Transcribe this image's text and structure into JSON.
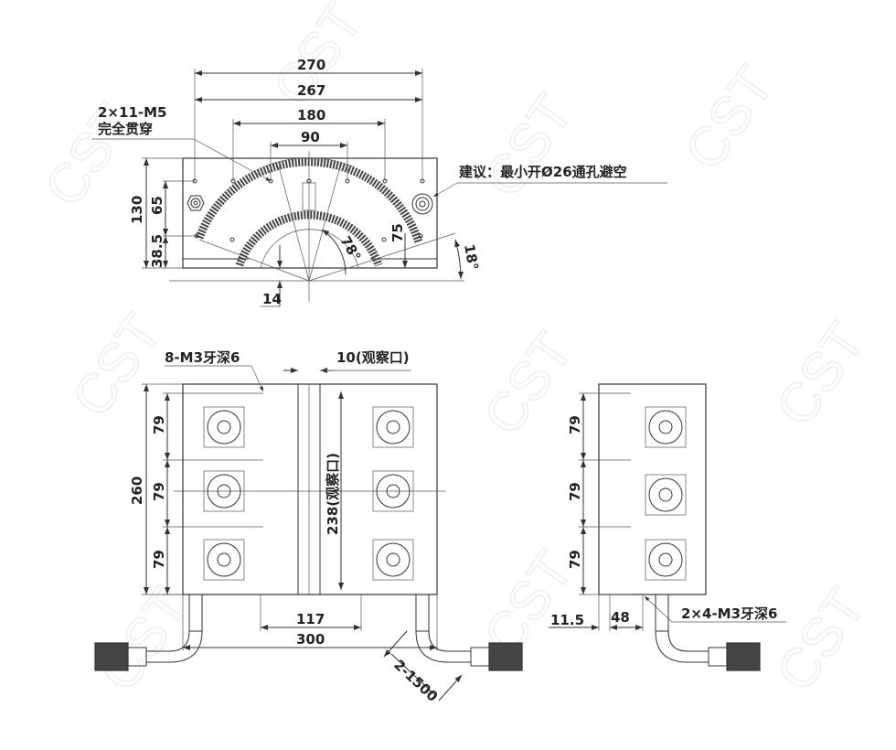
{
  "watermark": "CST",
  "top_view": {
    "dims": {
      "d270": "270",
      "d267": "267",
      "d180": "180",
      "d90": "90",
      "d130": "130",
      "d65": "65",
      "d38_5": "38.5",
      "d14": "14",
      "d75": "75",
      "a78": "78°",
      "a18": "18°"
    },
    "note_holes": [
      "2×11-M5",
      "完全贯穿"
    ],
    "note_hole_suggest": "建议：最小开Ø26通孔避空"
  },
  "front_view": {
    "note_m3": "8-M3牙深6",
    "note_window": "10(观察口)",
    "dims": {
      "d260": "260",
      "d79a": "79",
      "d79b": "79",
      "d79c": "79",
      "d238": "238(观察口)",
      "d117": "117",
      "d300": "300",
      "cable": "2-1500"
    }
  },
  "side_view": {
    "dims": {
      "d79a": "79",
      "d79b": "79",
      "d79c": "79",
      "d11_5": "11.5",
      "d48": "48"
    },
    "note_m3": "2×4-M3牙深6"
  }
}
